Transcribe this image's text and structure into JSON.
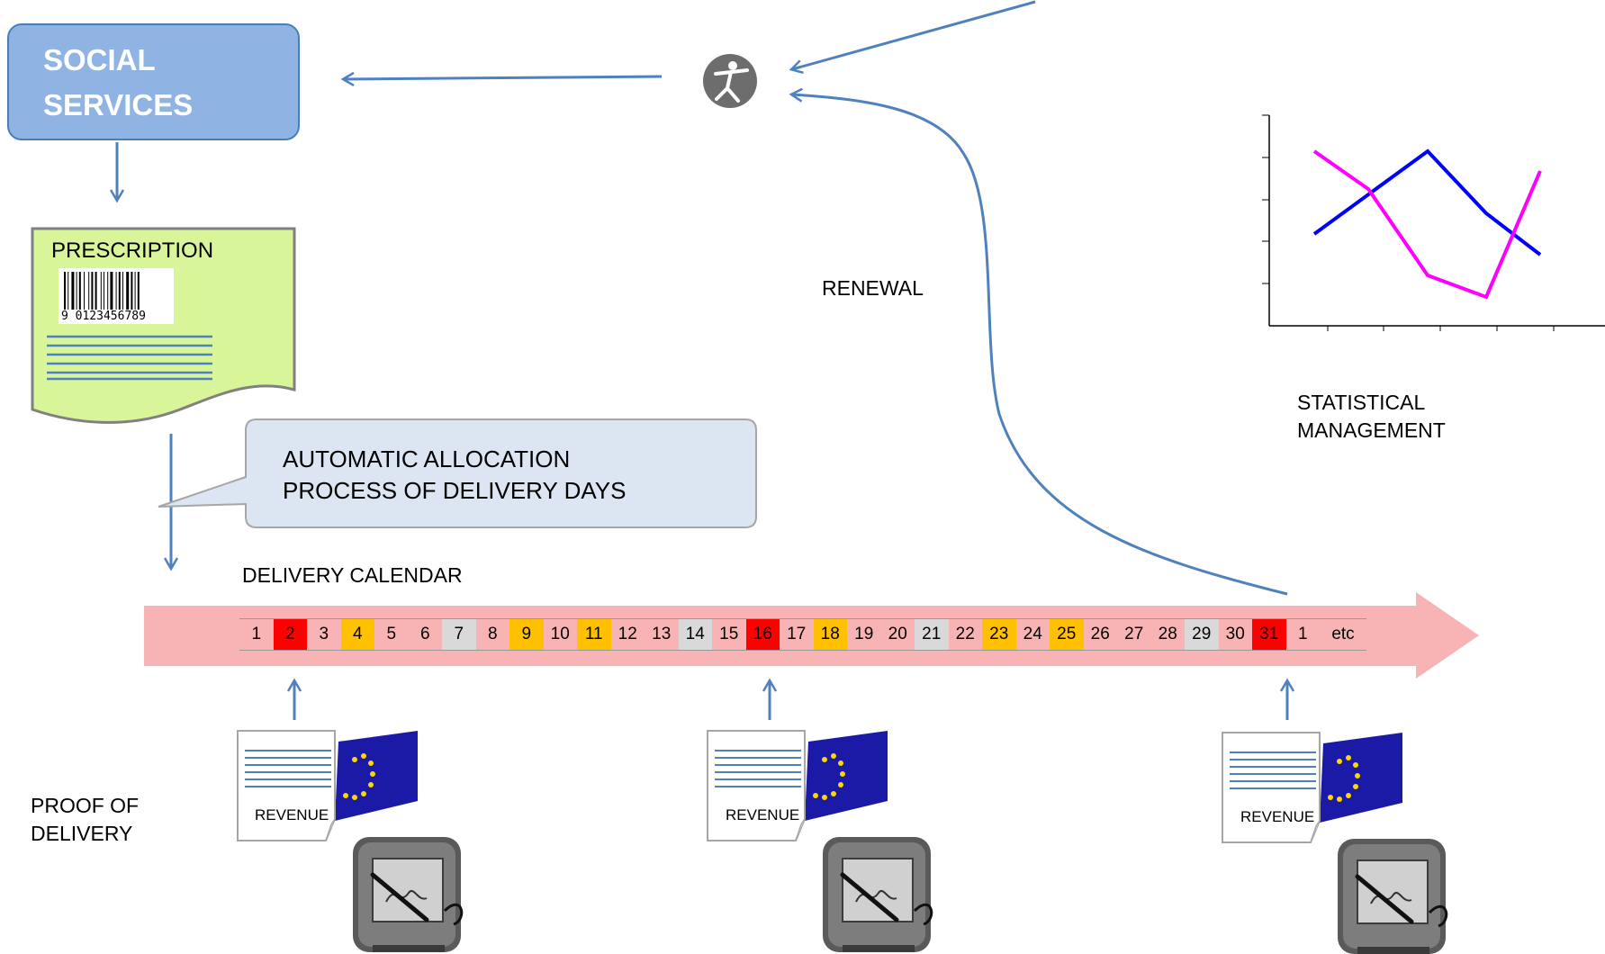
{
  "social_services": {
    "line1": "SOCIAL",
    "line2": "SERVICES"
  },
  "prescription": {
    "title": "PRESCRIPTION",
    "barcode_number": "9 0123456789"
  },
  "allocation_bubble": {
    "line1": "AUTOMATIC ALLOCATION",
    "line2": "PROCESS OF DELIVERY DAYS"
  },
  "calendar": {
    "label": "DELIVERY CALENDAR",
    "days": [
      {
        "text": "1",
        "status": "normal"
      },
      {
        "text": "2",
        "status": "red"
      },
      {
        "text": "3",
        "status": "normal"
      },
      {
        "text": "4",
        "status": "orange"
      },
      {
        "text": "5",
        "status": "normal"
      },
      {
        "text": "6",
        "status": "normal"
      },
      {
        "text": "7",
        "status": "gray"
      },
      {
        "text": "8",
        "status": "normal"
      },
      {
        "text": "9",
        "status": "orange"
      },
      {
        "text": "10",
        "status": "normal"
      },
      {
        "text": "11",
        "status": "orange"
      },
      {
        "text": "12",
        "status": "normal"
      },
      {
        "text": "13",
        "status": "normal"
      },
      {
        "text": "14",
        "status": "gray"
      },
      {
        "text": "15",
        "status": "normal"
      },
      {
        "text": "16",
        "status": "red"
      },
      {
        "text": "17",
        "status": "normal"
      },
      {
        "text": "18",
        "status": "orange"
      },
      {
        "text": "19",
        "status": "normal"
      },
      {
        "text": "20",
        "status": "normal"
      },
      {
        "text": "21",
        "status": "gray"
      },
      {
        "text": "22",
        "status": "normal"
      },
      {
        "text": "23",
        "status": "orange"
      },
      {
        "text": "24",
        "status": "normal"
      },
      {
        "text": "25",
        "status": "orange"
      },
      {
        "text": "26",
        "status": "normal"
      },
      {
        "text": "27",
        "status": "normal"
      },
      {
        "text": "28",
        "status": "normal"
      },
      {
        "text": "29",
        "status": "gray"
      },
      {
        "text": "30",
        "status": "normal"
      },
      {
        "text": "31",
        "status": "red"
      },
      {
        "text": "1",
        "status": "normal"
      },
      {
        "text": "etc",
        "status": "normal"
      }
    ],
    "status_colors": {
      "red": "#ff0000",
      "orange": "#ffc000",
      "gray": "#d9d9d9",
      "normal": "transparent"
    }
  },
  "renewal": {
    "label": "RENEWAL"
  },
  "statistics": {
    "line1": "STATISTICAL",
    "line2": "MANAGEMENT"
  },
  "proof_of_delivery": {
    "line1": "PROOF OF",
    "line2": "DELIVERY"
  },
  "revenue_doc": {
    "label": "REVENUE"
  },
  "icons": {
    "person": "accessibility-person-icon",
    "eu_flag": "eu-flag-icon",
    "signature_pad": "signature-pad-icon",
    "barcode": "barcode-icon"
  },
  "colors": {
    "arrow": "#4f81bd",
    "social_box_fill": "#8fb4e3",
    "prescription_fill": "#d9f59a",
    "bubble_fill": "#dce6f2",
    "calendar_band": "#f8b4b4",
    "stat_line_blue": "#0000ff",
    "stat_line_pink": "#ff00ff",
    "eu_blue": "#1a1aa6",
    "eu_star": "#ffd700"
  }
}
